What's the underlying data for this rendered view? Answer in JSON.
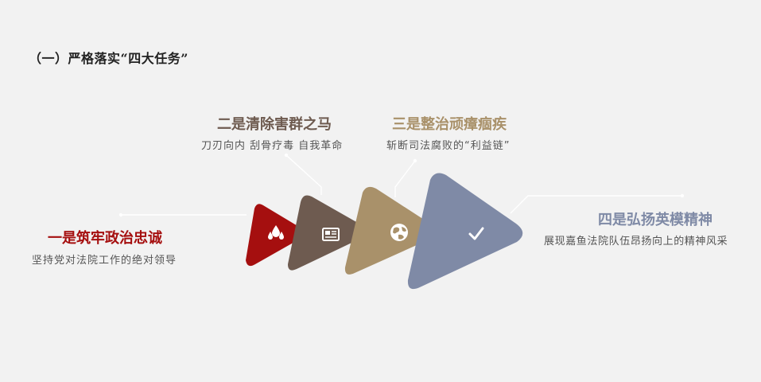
{
  "heading": "（一）严格落实“四大任务”",
  "colors": {
    "item1": "#a50f0f",
    "item2": "#6e5b50",
    "item3": "#a9916a",
    "item4": "#7f8aa6",
    "line": "#ffffff"
  },
  "items": [
    {
      "title": "一是筑牢政治忠诚",
      "desc": "坚持党对法院工作的绝对领导",
      "icon": "water-drops-icon"
    },
    {
      "title": "二是清除害群之马",
      "desc": "刀刃向内 刮骨疗毒 自我革命",
      "icon": "newspaper-icon"
    },
    {
      "title": "三是整治顽瘴痼疾",
      "desc": "斩断司法腐败的“利益链”",
      "icon": "globe-icon"
    },
    {
      "title": "四是弘扬英模精神",
      "desc": "展现嘉鱼法院队伍昂扬向上的精神风采",
      "icon": "checkmark-icon"
    }
  ]
}
